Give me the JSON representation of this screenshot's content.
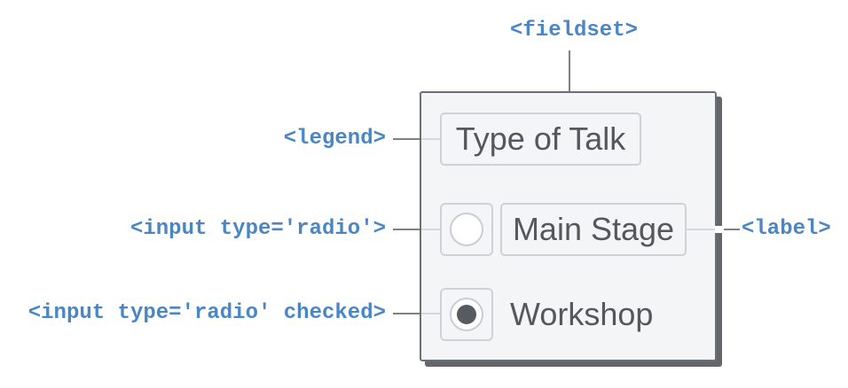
{
  "annotations": {
    "fieldset_tag": "<fieldset>",
    "legend_tag": "<legend>",
    "radio_tag": "<input type='radio'>",
    "radio_checked_tag": "<input type='radio' checked>",
    "label_tag": "<label>"
  },
  "form": {
    "legend": "Type of Talk",
    "options": [
      {
        "label": "Main Stage",
        "checked": false
      },
      {
        "label": "Workshop",
        "checked": true
      }
    ]
  },
  "colors": {
    "annotation_blue": "#4a86c5",
    "fieldset_border": "#697077",
    "fieldset_background": "#f4f5f6",
    "inner_box_border": "#ced2d5",
    "form_text_gray": "#54585c",
    "connector_dark": "#7d8184",
    "connector_light": "#d5d8db",
    "shadow_gray": "#63666a",
    "radio_dot_gray": "#565b61",
    "page_background": "#ffffff"
  }
}
